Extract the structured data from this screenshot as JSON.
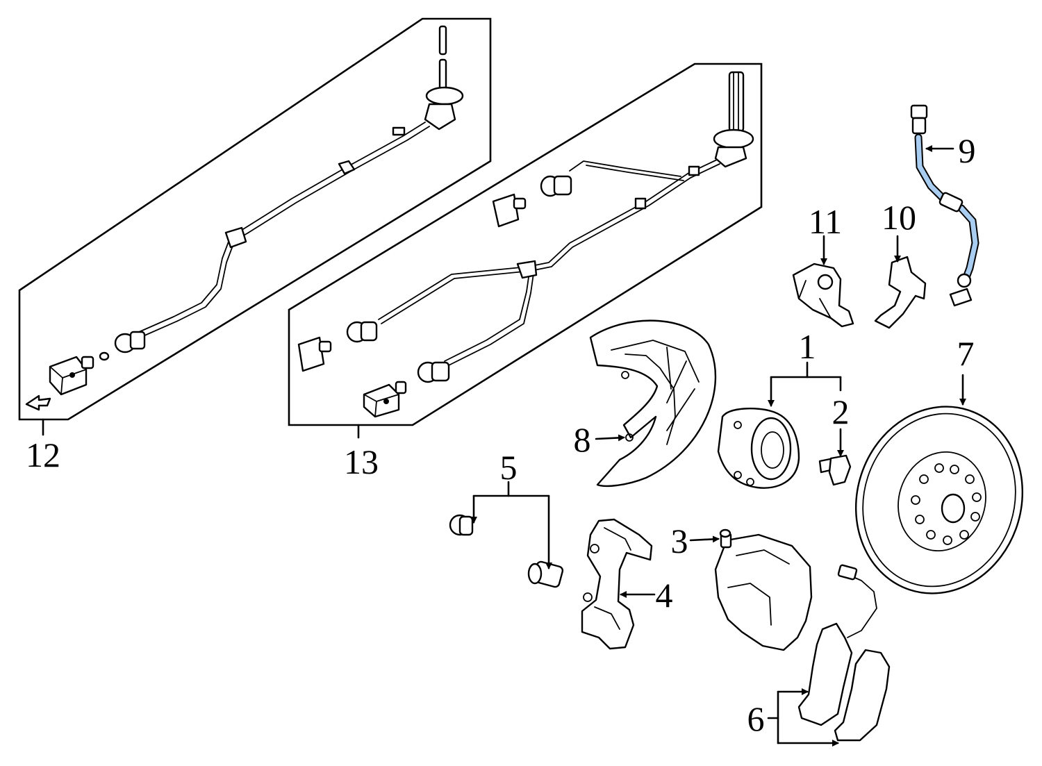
{
  "diagram": {
    "callouts": [
      "1",
      "2",
      "3",
      "4",
      "5",
      "6",
      "7",
      "8",
      "9",
      "10",
      "11",
      "12",
      "13"
    ],
    "highlight_color": "#a9cdf0",
    "line_color": "#000000",
    "icons": {
      "kit_symbol": "kit-arrow-icon"
    }
  }
}
